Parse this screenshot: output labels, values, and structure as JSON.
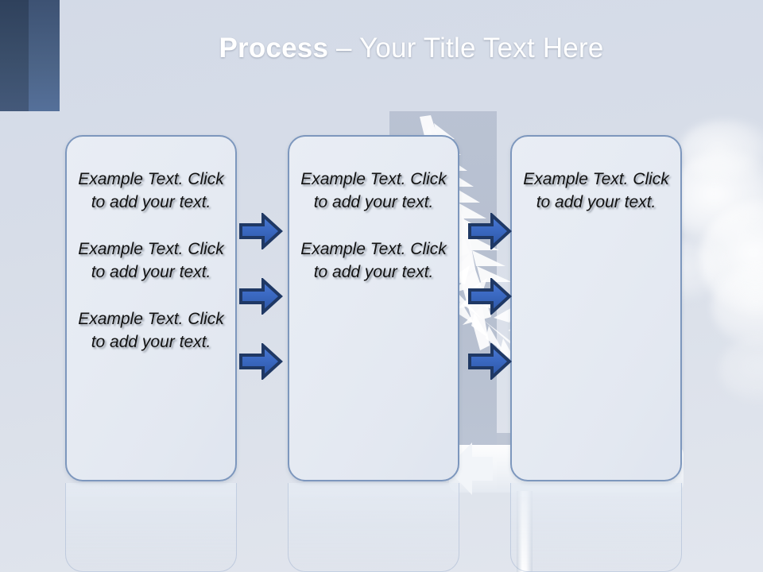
{
  "slide": {
    "title": {
      "strong": "Process",
      "rest": " – Your Title Text Here"
    },
    "background": {
      "page_color": "#d6dde9",
      "header_dark": "#364966",
      "header_mid": "#4a6184",
      "header_main": "#64809f",
      "cloud_color": "#ffffff",
      "signpost_color": "#b5becf",
      "sign_board_color": "#ffffff",
      "fern_color": "#ffffff"
    },
    "columns": [
      {
        "name": "column-1",
        "blocks": [
          "Example Text. Click  to add your text.",
          "Example Text. Click  to add your text.",
          "Example Text. Click  to add your text."
        ]
      },
      {
        "name": "column-2",
        "blocks": [
          "Example Text. Click  to add your text.",
          "Example Text. Click  to add your text."
        ]
      },
      {
        "name": "column-3",
        "blocks": [
          "Example Text. Click  to add your text."
        ]
      }
    ],
    "box_style": {
      "border_color": "#7d97bd",
      "fill_color": "#e6ebf3",
      "corner_radius": "22px"
    },
    "arrows": {
      "direction": "right",
      "count": 6,
      "fill_color": "#3a6bc4",
      "outline_color": "#1f3864",
      "groups": [
        {
          "name": "arrows-between-1-and-2",
          "count": 3
        },
        {
          "name": "arrows-between-2-and-3",
          "count": 3
        }
      ]
    },
    "sign_arrow": {
      "direction": "left",
      "fill_color": "#f2f5f9"
    }
  }
}
